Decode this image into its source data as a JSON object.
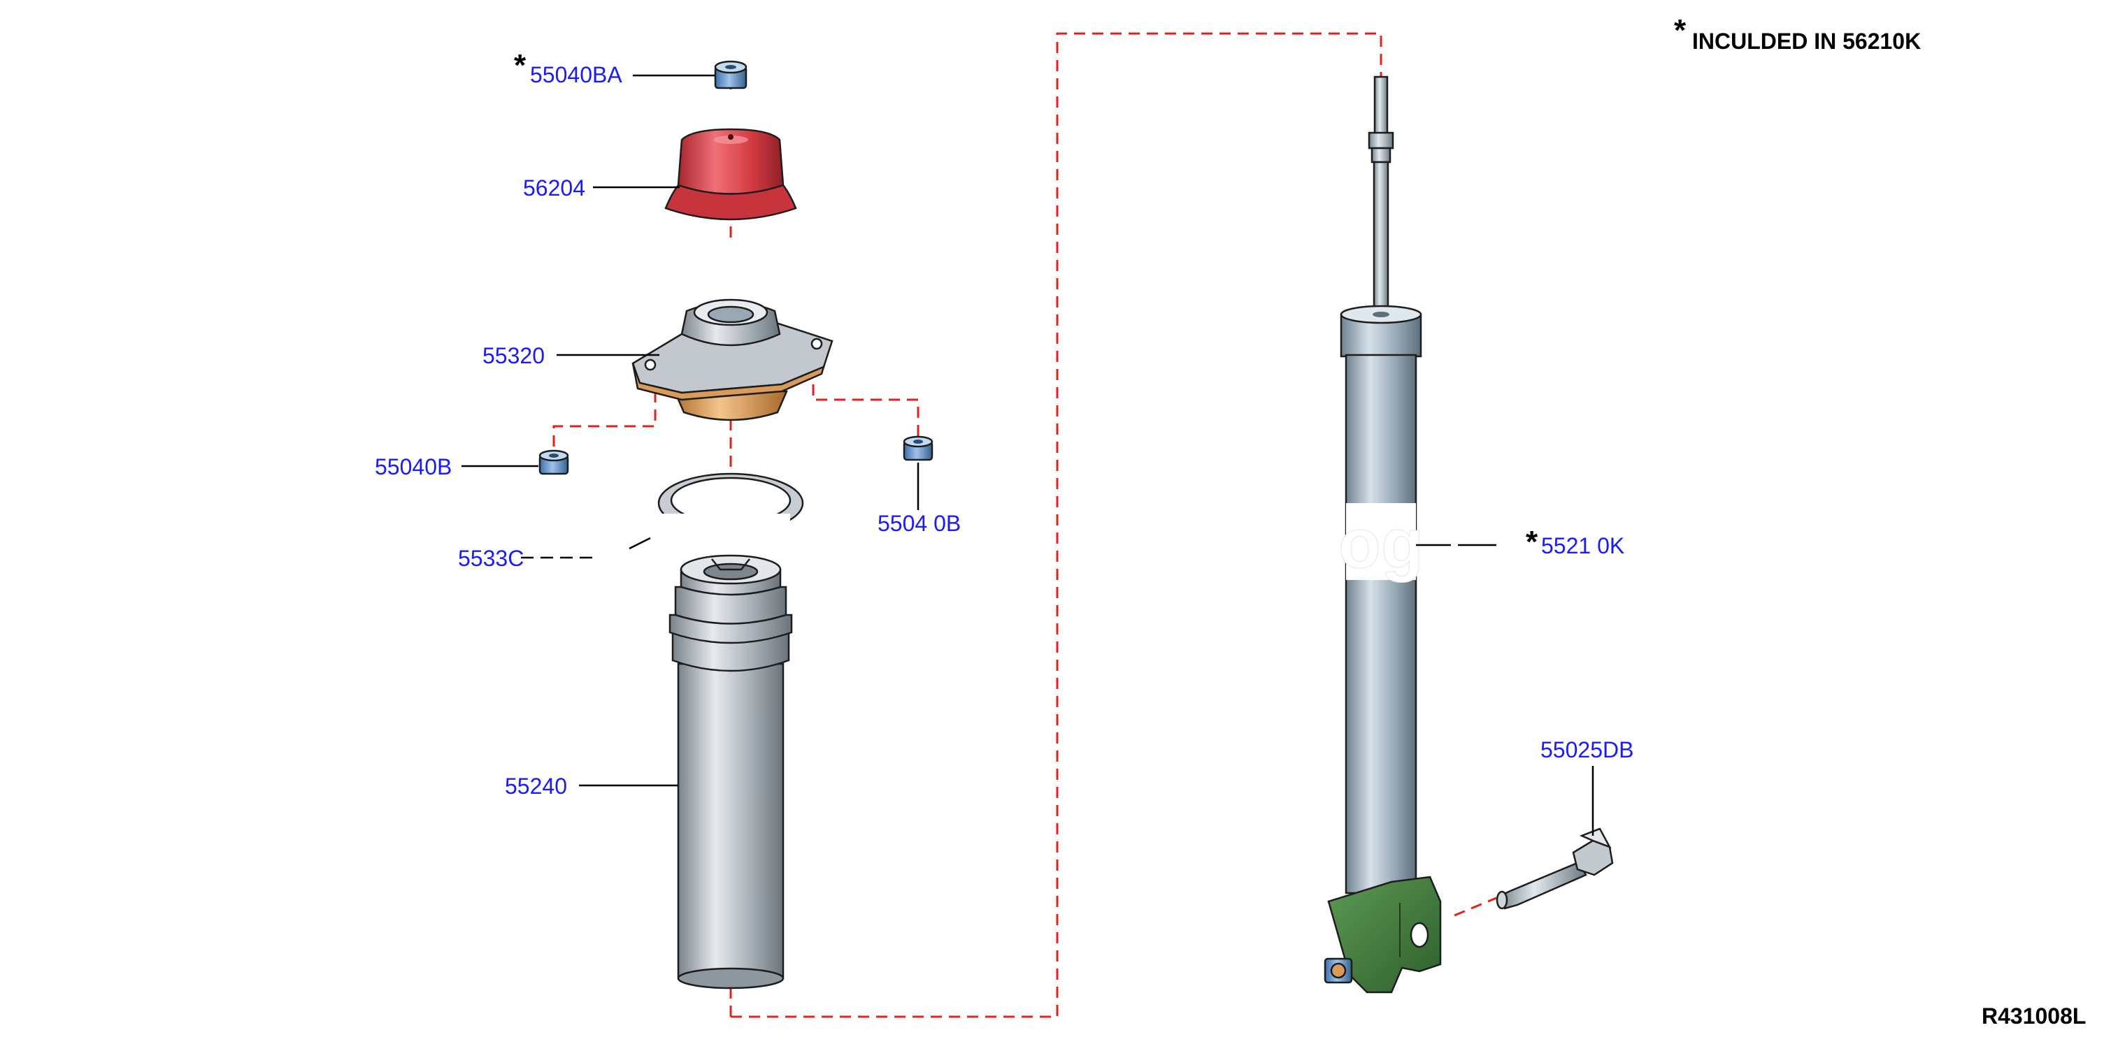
{
  "note": {
    "star": "*",
    "text": "INCULDED IN 56210K"
  },
  "drawing_code": "R431008L",
  "watermark": "og",
  "labels": {
    "p55040BA": {
      "text": "55040BA",
      "starred": "*"
    },
    "p56204": {
      "text": "56204"
    },
    "p55320": {
      "text": "55320"
    },
    "p55040B_left": {
      "text": "55040B"
    },
    "p55040B_right": {
      "text": "5504 0B"
    },
    "p5533x": {
      "text": "5533C"
    },
    "p55240": {
      "text": "55240"
    },
    "p56210K": {
      "text": "5521 0K",
      "starred": "*"
    },
    "p55025DB": {
      "text": "55025DB"
    }
  },
  "colors": {
    "label": "#1a1aff",
    "callout_dash": "#e0241b",
    "cap": "#d9434a",
    "bumper": "#9ea6ad",
    "mount": "#b8bec4",
    "seat": "#d9a467",
    "nut": "#5b8fc9",
    "shock": "#a8b7c3",
    "bracket": "#3f7a3a",
    "bolt": "#a3acb3"
  }
}
